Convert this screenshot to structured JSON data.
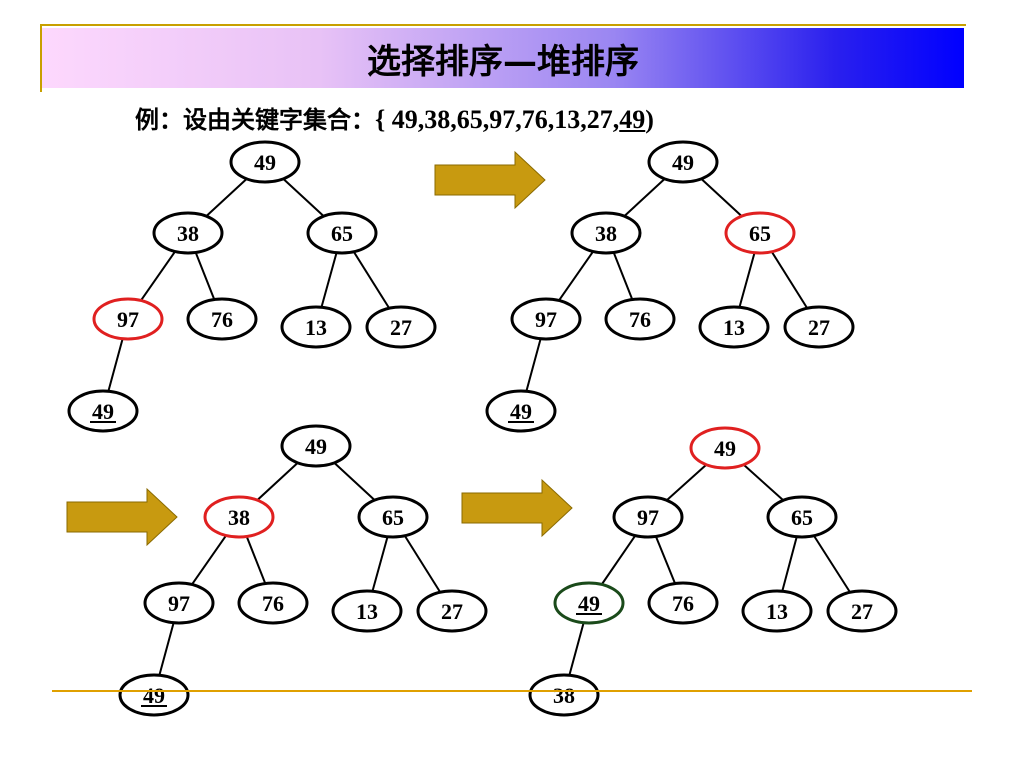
{
  "title": "选择排序—堆排序",
  "example": {
    "prefix": "例：设由关键字集合：",
    "open": "{ ",
    "keys": "49,38,65,97,76,13,27,",
    "last_key": "49",
    "close": ")"
  },
  "colors": {
    "highlight_red": "#e02020",
    "highlight_green": "#1a4a1a",
    "arrow_fill": "#c89a10",
    "title_gradient_end": "#0000ff",
    "rule_line": "#e0a000"
  },
  "trees": [
    {
      "name": "tree-1",
      "nodes": [
        {
          "label": "49",
          "underline": false,
          "highlight": "none"
        },
        {
          "label": "38",
          "underline": false,
          "highlight": "none"
        },
        {
          "label": "65",
          "underline": false,
          "highlight": "none"
        },
        {
          "label": "97",
          "underline": false,
          "highlight": "red"
        },
        {
          "label": "76",
          "underline": false,
          "highlight": "none"
        },
        {
          "label": "13",
          "underline": false,
          "highlight": "none"
        },
        {
          "label": "27",
          "underline": false,
          "highlight": "none"
        },
        {
          "label": "49",
          "underline": true,
          "highlight": "none"
        }
      ]
    },
    {
      "name": "tree-2",
      "nodes": [
        {
          "label": "49",
          "underline": false,
          "highlight": "none"
        },
        {
          "label": "38",
          "underline": false,
          "highlight": "none"
        },
        {
          "label": "65",
          "underline": false,
          "highlight": "red"
        },
        {
          "label": "97",
          "underline": false,
          "highlight": "none"
        },
        {
          "label": "76",
          "underline": false,
          "highlight": "none"
        },
        {
          "label": "13",
          "underline": false,
          "highlight": "none"
        },
        {
          "label": "27",
          "underline": false,
          "highlight": "none"
        },
        {
          "label": "49",
          "underline": true,
          "highlight": "none"
        }
      ]
    },
    {
      "name": "tree-3",
      "nodes": [
        {
          "label": "49",
          "underline": false,
          "highlight": "none"
        },
        {
          "label": "38",
          "underline": false,
          "highlight": "red"
        },
        {
          "label": "65",
          "underline": false,
          "highlight": "none"
        },
        {
          "label": "97",
          "underline": false,
          "highlight": "none"
        },
        {
          "label": "76",
          "underline": false,
          "highlight": "none"
        },
        {
          "label": "13",
          "underline": false,
          "highlight": "none"
        },
        {
          "label": "27",
          "underline": false,
          "highlight": "none"
        },
        {
          "label": "49",
          "underline": true,
          "highlight": "none"
        }
      ]
    },
    {
      "name": "tree-4",
      "nodes": [
        {
          "label": "49",
          "underline": false,
          "highlight": "red"
        },
        {
          "label": "97",
          "underline": false,
          "highlight": "none"
        },
        {
          "label": "65",
          "underline": false,
          "highlight": "none"
        },
        {
          "label": "49",
          "underline": true,
          "highlight": "green"
        },
        {
          "label": "76",
          "underline": false,
          "highlight": "none"
        },
        {
          "label": "13",
          "underline": false,
          "highlight": "none"
        },
        {
          "label": "27",
          "underline": false,
          "highlight": "none"
        },
        {
          "label": "38",
          "underline": false,
          "highlight": "none"
        }
      ]
    }
  ]
}
